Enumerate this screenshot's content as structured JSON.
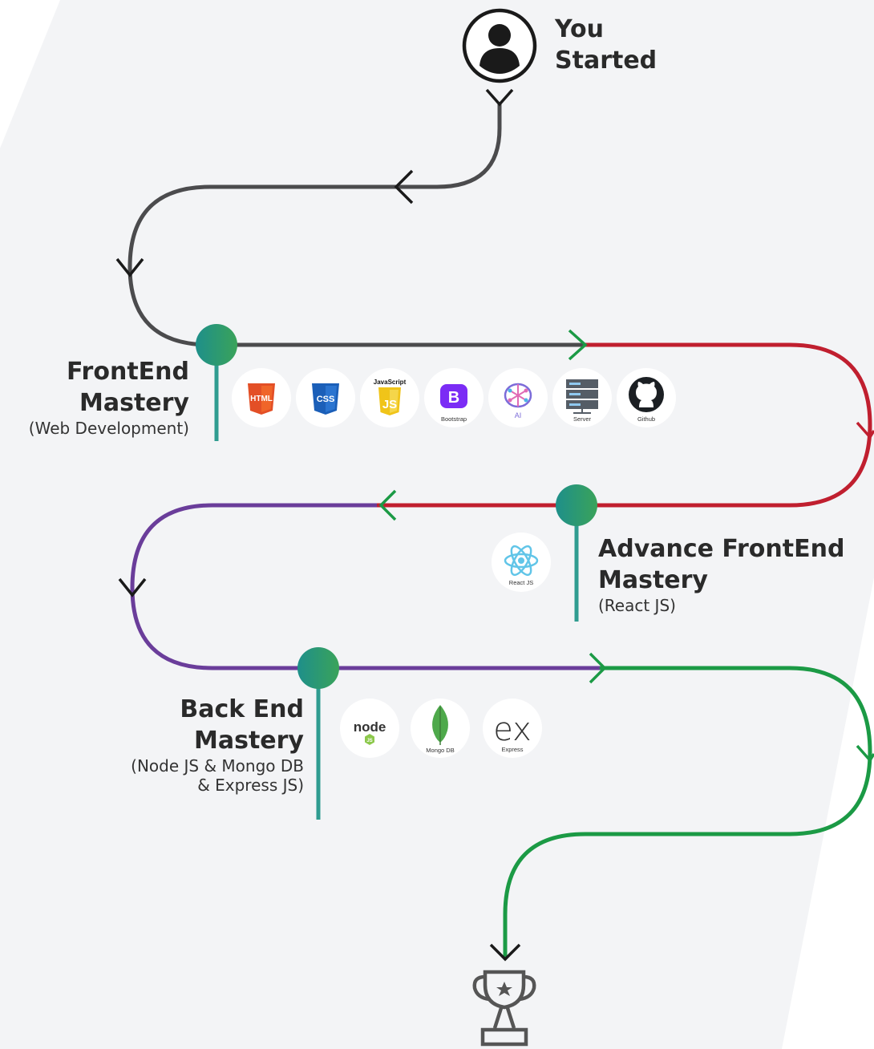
{
  "start": {
    "line1": "You",
    "line2": "Started",
    "icon": "user-avatar-icon"
  },
  "stages": [
    {
      "title_line1": "FrontEnd",
      "title_line2": "Mastery",
      "subtitle": "(Web Development)",
      "path_color": "#4b4b4d",
      "skills": [
        {
          "label": "",
          "icon": "html5-icon"
        },
        {
          "label": "",
          "icon": "css3-icon"
        },
        {
          "label": "",
          "icon": "javascript-icon",
          "top_label": "JavaScript"
        },
        {
          "label": "Bootstrap",
          "icon": "bootstrap-icon"
        },
        {
          "label": "AI",
          "icon": "ai-brain-icon"
        },
        {
          "label": "Server",
          "icon": "server-icon"
        },
        {
          "label": "Github",
          "icon": "github-icon"
        }
      ]
    },
    {
      "title_line1": "Advance FrontEnd",
      "title_line2": "Mastery",
      "subtitle": "(React JS)",
      "path_color": "#c01f2f",
      "skills": [
        {
          "label": "React JS",
          "icon": "react-icon"
        }
      ]
    },
    {
      "title_line1": "Back End",
      "title_line2": "Mastery",
      "subtitle_line1": "(Node JS & Mongo DB",
      "subtitle_line2": "& Express JS)",
      "path_color": "#6a3d9a",
      "skills": [
        {
          "label": "",
          "icon": "nodejs-icon",
          "logo_text": "node"
        },
        {
          "label": "Mongo DB",
          "icon": "mongodb-icon"
        },
        {
          "label": "Express",
          "icon": "express-icon",
          "logo_text": "ex"
        }
      ]
    }
  ],
  "final_path_color": "#1b9a45",
  "finish_icon": "trophy-icon",
  "colors": {
    "milestone_gradient_start": "#1e8f8a",
    "milestone_gradient_end": "#3aa35a",
    "stem": "#2f9c90",
    "background_panel": "#f3f4f6"
  }
}
